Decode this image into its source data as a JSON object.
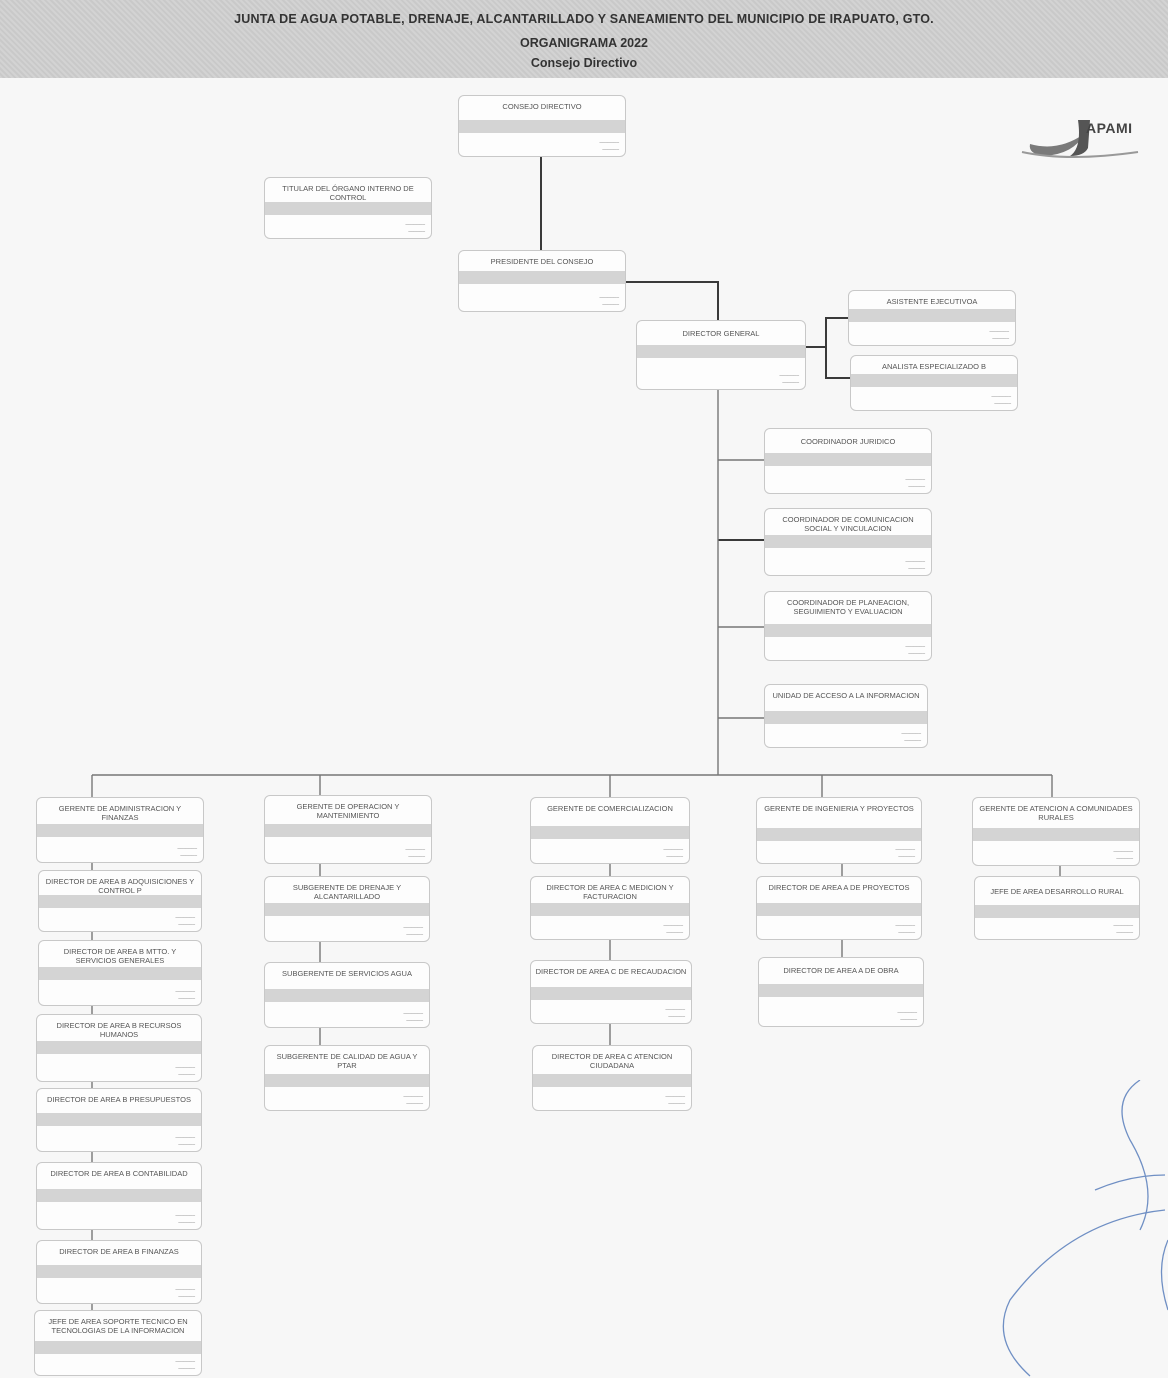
{
  "header": {
    "line1": "JUNTA DE AGUA POTABLE, DRENAJE, ALCANTARILLADO Y SANEAMIENTO DEL MUNICIPIO DE IRAPUATO, GTO.",
    "line2": "ORGANIGRAMA 2022",
    "line3": "Consejo Directivo"
  },
  "logo": {
    "text": "APAMI"
  },
  "boxes": {
    "consejo": {
      "title": "CONSEJO DIRECTIVO"
    },
    "organo": {
      "title": "TITULAR DEL ÓRGANO INTERNO DE CONTROL"
    },
    "presidente": {
      "title": "PRESIDENTE DEL CONSEJO"
    },
    "director_general": {
      "title": "DIRECTOR GENERAL"
    },
    "asistente": {
      "title": "ASISTENTE EJECUTIVOA"
    },
    "analista": {
      "title": "ANALISTA ESPECIALIZADO B"
    },
    "juridico": {
      "title": "COORDINADOR JURIDICO"
    },
    "comunicacion": {
      "title": "COORDINADOR DE COMUNICACION SOCIAL Y VINCULACION"
    },
    "planeacion": {
      "title": "COORDINADOR DE PLANEACION, SEGUIMIENTO Y EVALUACION"
    },
    "acceso_info": {
      "title": "UNIDAD DE ACCESO A LA INFORMACION"
    },
    "g_admin": {
      "title": "GERENTE DE ADMINISTRACION Y FINANZAS"
    },
    "d_adquisiciones": {
      "title": "DIRECTOR DE AREA B ADQUISICIONES Y CONTROL P"
    },
    "d_servicios_gen": {
      "title": "DIRECTOR DE AREA B MTTO. Y SERVICIOS GENERALES"
    },
    "d_rh": {
      "title": "DIRECTOR DE AREA B RECURSOS HUMANOS"
    },
    "d_presupuestos": {
      "title": "DIRECTOR DE AREA B PRESUPUESTOS"
    },
    "d_contabilidad": {
      "title": "DIRECTOR DE AREA B CONTABILIDAD"
    },
    "d_finanzas": {
      "title": "DIRECTOR DE AREA B FINANZAS"
    },
    "jefe_tecnologias": {
      "title": "JEFE DE AREA SOPORTE TECNICO EN TECNOLOGIAS DE LA INFORMACION"
    },
    "g_operacion": {
      "title": "GERENTE DE OPERACION Y MANTENIMIENTO"
    },
    "s_drenaje": {
      "title": "SUBGERENTE DE DRENAJE Y ALCANTARILLADO"
    },
    "s_agua": {
      "title": "SUBGERENTE DE SERVICIOS AGUA"
    },
    "s_calidad": {
      "title": "SUBGERENTE DE CALIDAD DE AGUA Y PTAR"
    },
    "g_comercializacion": {
      "title": "GERENTE DE COMERCIALIZACION"
    },
    "d_facturacion": {
      "title": "DIRECTOR DE AREA C MEDICION Y FACTURACION"
    },
    "d_recaudacion": {
      "title": "DIRECTOR DE AREA C DE RECAUDACION"
    },
    "d_atencion": {
      "title": "DIRECTOR DE AREA C ATENCION CIUDADANA"
    },
    "g_ingenieria": {
      "title": "GERENTE DE INGENIERIA Y PROYECTOS"
    },
    "d_proyectos": {
      "title": "DIRECTOR DE AREA A DE PROYECTOS"
    },
    "d_obra": {
      "title": "DIRECTOR DE AREA A DE OBRA"
    },
    "g_rurales": {
      "title": "GERENTE DE ATENCION A COMUNIDADES RURALES"
    },
    "jefe_rural": {
      "title": "JEFE DE AREA DESARROLLO RURAL"
    }
  }
}
